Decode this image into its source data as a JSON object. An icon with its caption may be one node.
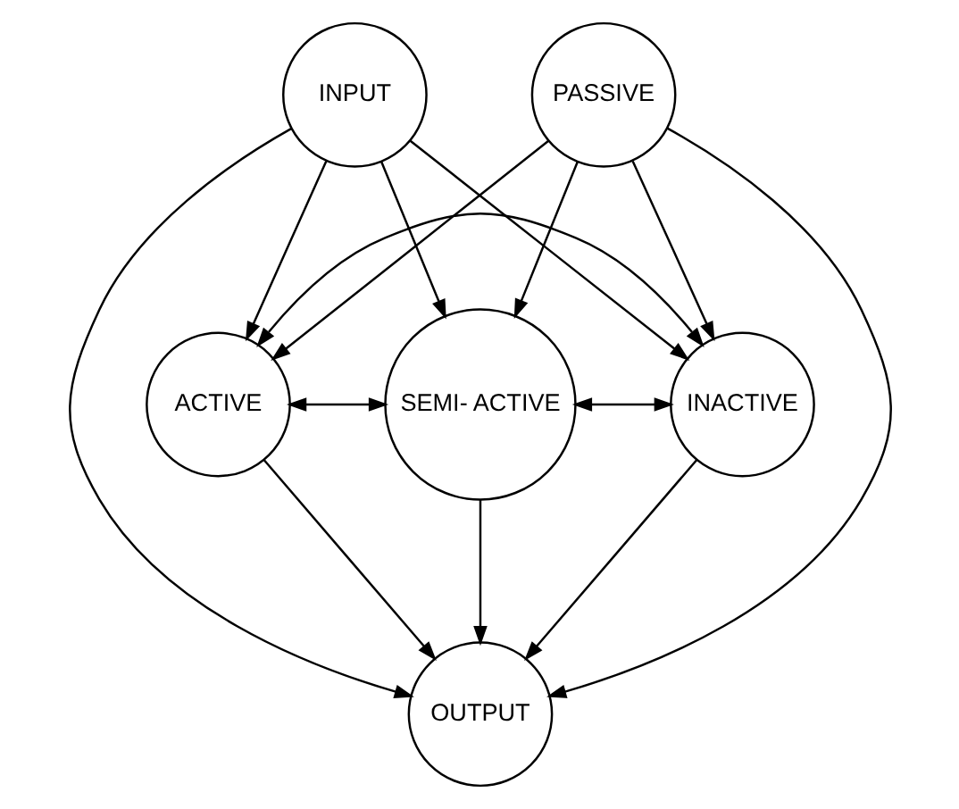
{
  "diagram": {
    "nodes": [
      {
        "text": [
          "INPUT"
        ]
      },
      {
        "text": [
          "PASSIVE"
        ]
      },
      {
        "text": [
          "ACTIVE"
        ]
      },
      {
        "text": [
          "SEMI- ACTIVE"
        ]
      },
      {
        "text": [
          "INACTIVE"
        ]
      },
      {
        "text": [
          "OUTPUT"
        ]
      }
    ],
    "edges": [
      {
        "from": 0,
        "to": 2,
        "arrow": "to"
      },
      {
        "from": 0,
        "to": 3,
        "arrow": "to"
      },
      {
        "from": 0,
        "to": 4,
        "arrow": "to"
      },
      {
        "from": 0,
        "to": 5,
        "arrow": "to"
      },
      {
        "from": 1,
        "to": 2,
        "arrow": "to"
      },
      {
        "from": 1,
        "to": 3,
        "arrow": "to"
      },
      {
        "from": 1,
        "to": 4,
        "arrow": "to"
      },
      {
        "from": 1,
        "to": 5,
        "arrow": "to"
      },
      {
        "from": 2,
        "to": 3,
        "arrow": "both"
      },
      {
        "from": 3,
        "to": 4,
        "arrow": "both"
      },
      {
        "from": 2,
        "to": 4,
        "arrow": "both"
      },
      {
        "from": 2,
        "to": 5,
        "arrow": "to"
      },
      {
        "from": 3,
        "to": 5,
        "arrow": "to"
      },
      {
        "from": 4,
        "to": 5,
        "arrow": "to"
      }
    ]
  }
}
